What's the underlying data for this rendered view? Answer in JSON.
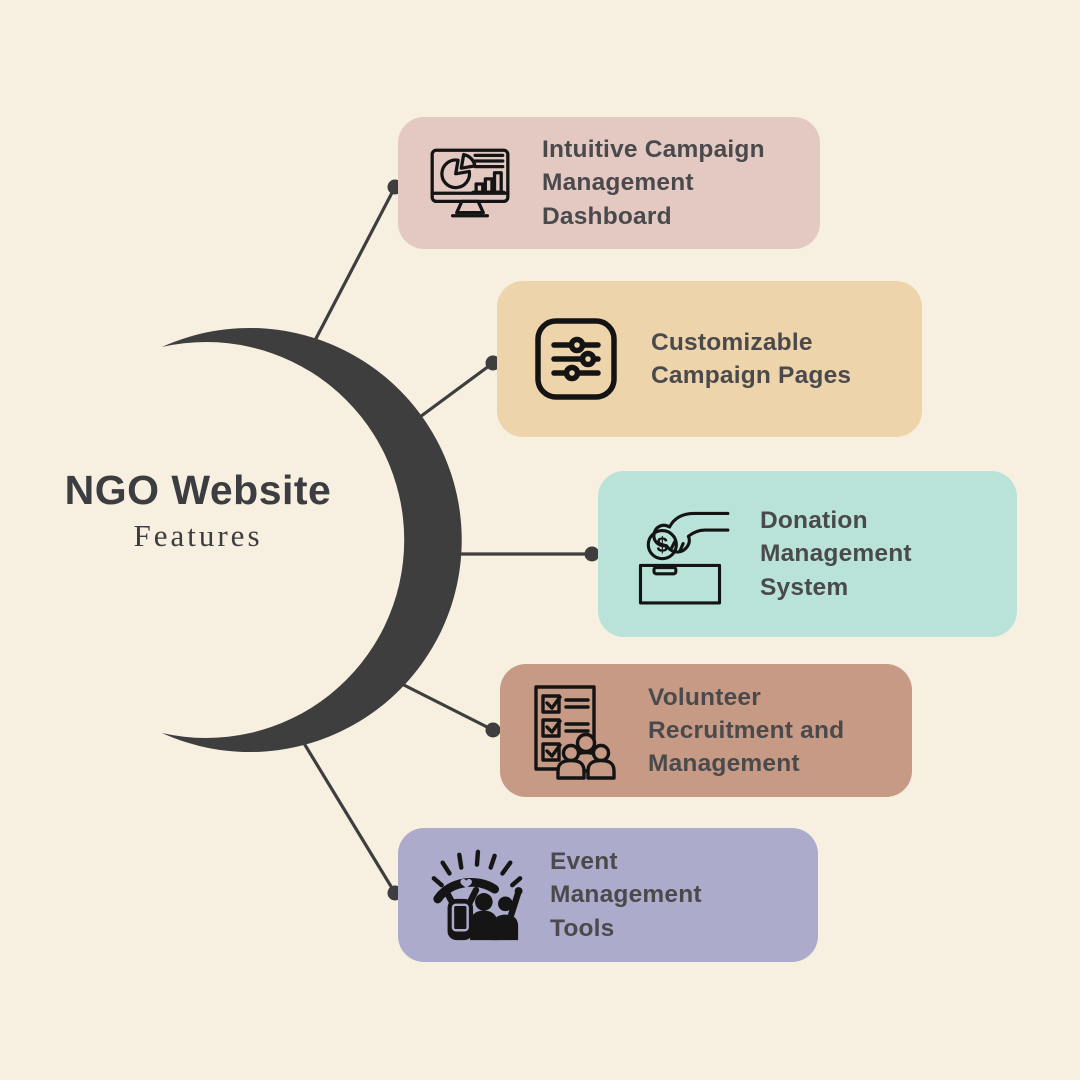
{
  "colors": {
    "background": "#f7efe0",
    "crescent": "#3e3e3e",
    "connector": "#3e3e3e",
    "title_text": "#3b3d40",
    "card_text": "#4a4a4c",
    "icon_ink": "#141414"
  },
  "title": {
    "main": "NGO Website",
    "subtitle": "Features"
  },
  "cards": [
    {
      "label": "Intuitive Campaign Management Dashboard",
      "lines": [
        "Intuitive Campaign",
        "Management",
        "Dashboard"
      ],
      "color": "#e3c9c2",
      "icon": "dashboard-monitor-icon"
    },
    {
      "label": "Customizable Campaign Pages",
      "lines": [
        "Customizable",
        "Campaign Pages"
      ],
      "color": "#edd4ab",
      "icon": "sliders-icon"
    },
    {
      "label": "Donation Management System",
      "lines": [
        "Donation",
        "Management",
        "System"
      ],
      "color": "#b9e3d8",
      "icon": "hand-coin-donation-icon"
    },
    {
      "label": "Volunteer Recruitment and Management",
      "lines": [
        "Volunteer",
        "Recruitment and",
        "Management"
      ],
      "color": "#c69a85",
      "icon": "checklist-people-icon"
    },
    {
      "label": "Event Management Tools",
      "lines": [
        "Event",
        "Management",
        "Tools"
      ],
      "color": "#adabcc",
      "icon": "celebration-crowd-icon"
    }
  ]
}
